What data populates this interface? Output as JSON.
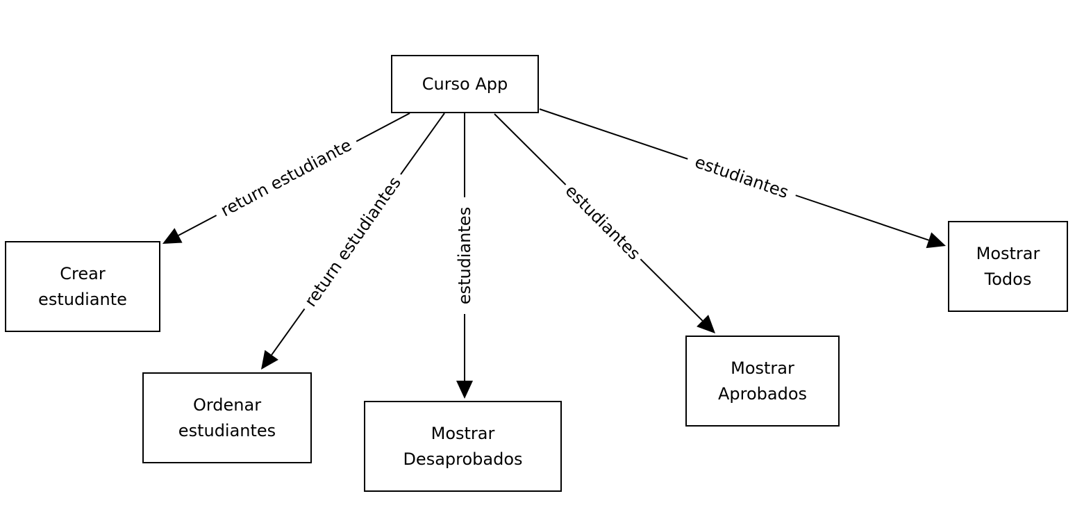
{
  "nodes": {
    "curso_app": {
      "lines": [
        "Curso App"
      ]
    },
    "crear_estudiante": {
      "lines": [
        "Crear",
        "estudiante"
      ]
    },
    "ordenar_estudiantes": {
      "lines": [
        "Ordenar",
        "estudiantes"
      ]
    },
    "mostrar_desaprobados": {
      "lines": [
        "Mostrar",
        "Desaprobados"
      ]
    },
    "mostrar_aprobados": {
      "lines": [
        "Mostrar",
        "Aprobados"
      ]
    },
    "mostrar_todos": {
      "lines": [
        "Mostrar",
        "Todos"
      ]
    }
  },
  "edges": [
    {
      "from": "curso_app",
      "to": "crear_estudiante",
      "label": "return estudiante"
    },
    {
      "from": "curso_app",
      "to": "ordenar_estudiantes",
      "label": "return estudiantes"
    },
    {
      "from": "curso_app",
      "to": "mostrar_desaprobados",
      "label": "estudiantes"
    },
    {
      "from": "curso_app",
      "to": "mostrar_aprobados",
      "label": "estudiantes"
    },
    {
      "from": "curso_app",
      "to": "mostrar_todos",
      "label": "estudiantes"
    }
  ]
}
